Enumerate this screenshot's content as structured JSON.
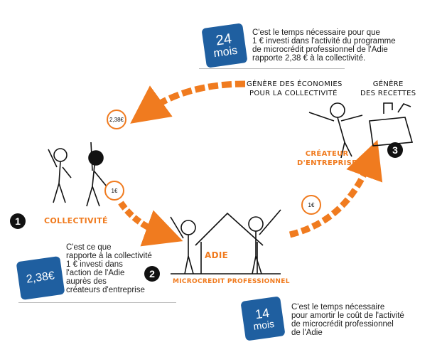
{
  "top_stat": {
    "value": "24",
    "unit": "mois",
    "text_lines": [
      "C'est le temps nécessaire pour que",
      "1 € investi dans l'activité du programme",
      "de microcrédit professionnel de l'Adie",
      "rapporte 2,38 € à la collectivité."
    ]
  },
  "left_stat": {
    "value": "2,38€",
    "text_lines": [
      "C'est ce que",
      "rapporte à la collectivité",
      "1 € investi dans",
      "l'action de l'Adie",
      "auprès des",
      "créateurs d'entreprise"
    ]
  },
  "bottom_stat": {
    "value": "14",
    "unit": "mois",
    "text_lines": [
      "C'est le temps nécessaire",
      "pour amortir le coût de l'activité",
      "de microcrédit professionnel",
      "de l'Adie"
    ]
  },
  "labels": {
    "economies": [
      "GÉNÈRE DES ÉCONOMIES",
      "POUR LA COLLECTIVITÉ"
    ],
    "recettes": [
      "GÉNÈRE",
      "DES RECETTES"
    ],
    "createur": [
      "CRÉATEUR",
      "D'ENTREPRISE"
    ],
    "collectivite": "COLLECTIVITÉ",
    "adie": "ADIE",
    "microcredit": "MICROCREDIT PROFESSIONNEL"
  },
  "steps": [
    "1",
    "2",
    "3"
  ],
  "coins": {
    "return": "2,38€",
    "invest": "1€",
    "loan": "1€"
  },
  "colors": {
    "blue": "#1f5fa0",
    "orange": "#f07b1f"
  }
}
